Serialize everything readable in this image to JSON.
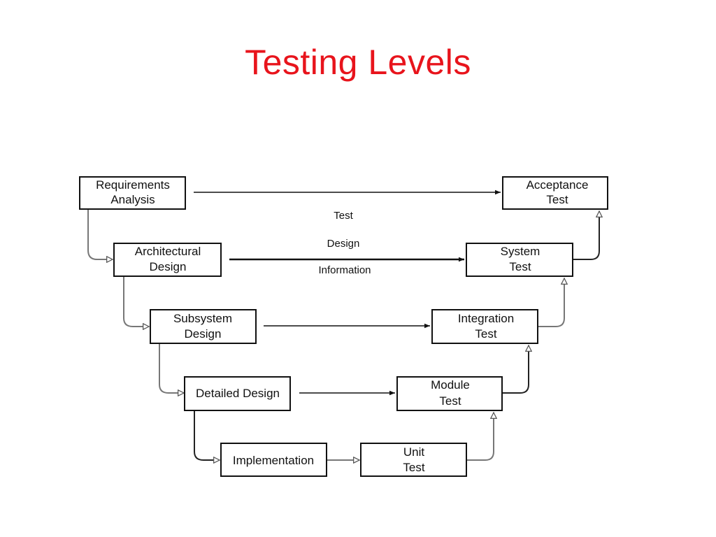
{
  "slide": {
    "title": "Testing Levels",
    "title_color": "#e8141c"
  },
  "diagram": {
    "boxes": {
      "requirements": [
        "Requirements",
        "Analysis"
      ],
      "architectural": [
        "Architectural",
        "Design"
      ],
      "subsystem": [
        "Subsystem",
        "Design"
      ],
      "detailed": [
        "Detailed Design"
      ],
      "implementation": [
        "Implementation"
      ],
      "unit_test": [
        "Unit",
        "Test"
      ],
      "module_test": [
        "Module",
        "Test"
      ],
      "integration_test": [
        "Integration",
        "Test"
      ],
      "system_test": [
        "System",
        "Test"
      ],
      "acceptance_test": [
        "Acceptance",
        "Test"
      ]
    },
    "annotation": [
      "Test",
      "Design",
      "Information"
    ]
  }
}
